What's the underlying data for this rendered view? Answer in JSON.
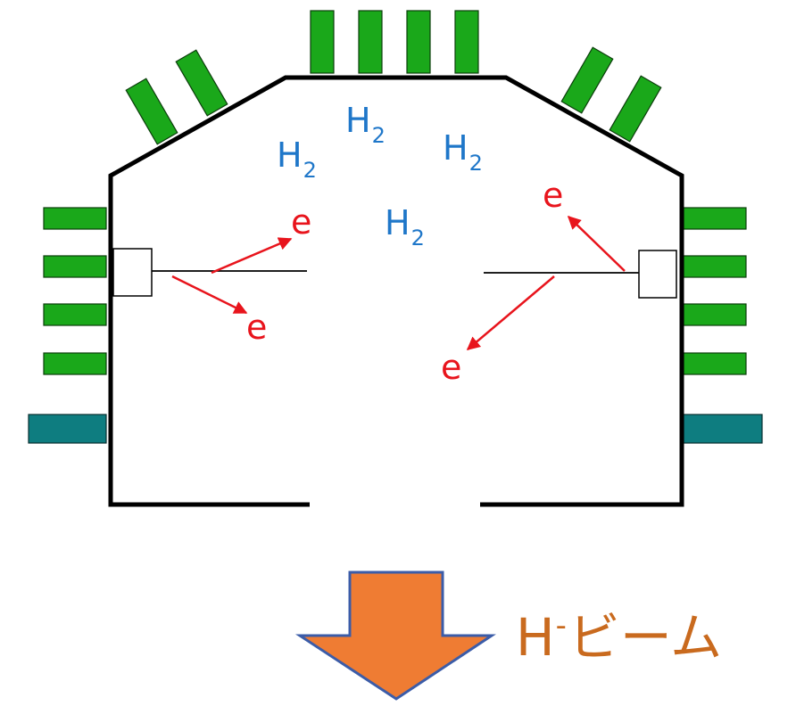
{
  "colors": {
    "magnet": "#1aa81a",
    "magnet_dark": "#0e7d80",
    "chamber": "#000000",
    "molecule": "#1f77c9",
    "electron": "#e8141c",
    "beam_arrow": "#ef7c33",
    "beam_arrow_outline": "#3b5ca8",
    "beam_label": "#c96a1e"
  },
  "molecules": [
    {
      "base": "H",
      "sub": "2"
    },
    {
      "base": "H",
      "sub": "2"
    },
    {
      "base": "H",
      "sub": "2"
    },
    {
      "base": "H",
      "sub": "2"
    }
  ],
  "electrons": [
    "e",
    "e",
    "e",
    "e"
  ],
  "beam": {
    "base": "H",
    "sup": "-",
    "rest": "ビーム"
  },
  "icons": {
    "beam_arrow": "down-arrow-icon"
  }
}
